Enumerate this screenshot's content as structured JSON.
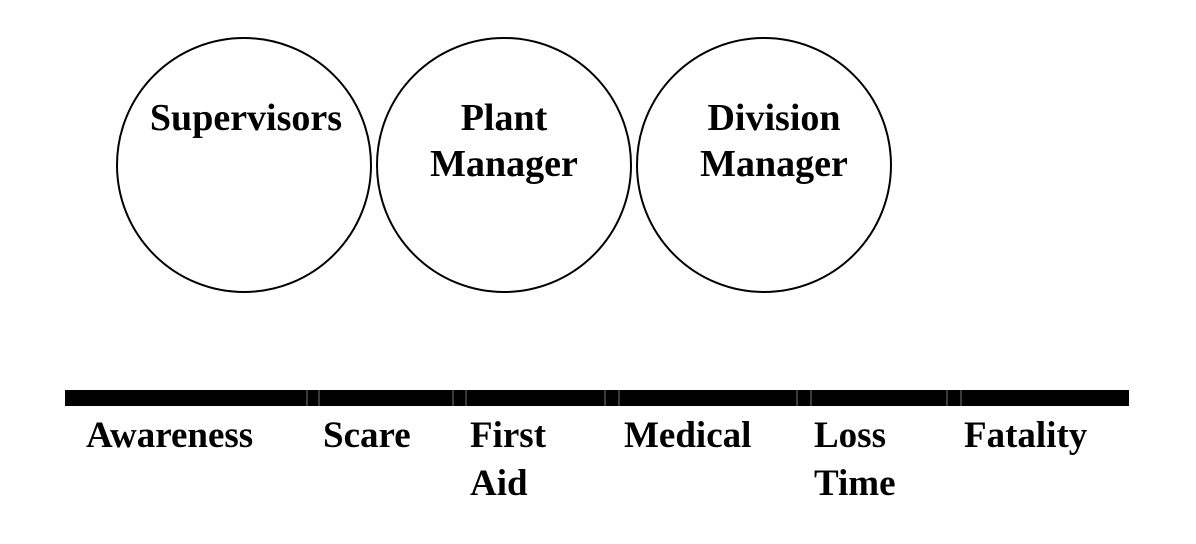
{
  "circles": [
    {
      "label": "Supervisors"
    },
    {
      "label": "Plant\nManager"
    },
    {
      "label": "Division\nManager"
    }
  ],
  "scale": {
    "stages": [
      {
        "label": "Awareness"
      },
      {
        "label": "Scare"
      },
      {
        "label": "First\nAid"
      },
      {
        "label": "Medical"
      },
      {
        "label": "Loss\nTime"
      },
      {
        "label": "Fatality"
      }
    ]
  },
  "colors": {
    "line": "#000000",
    "background": "#ffffff"
  }
}
